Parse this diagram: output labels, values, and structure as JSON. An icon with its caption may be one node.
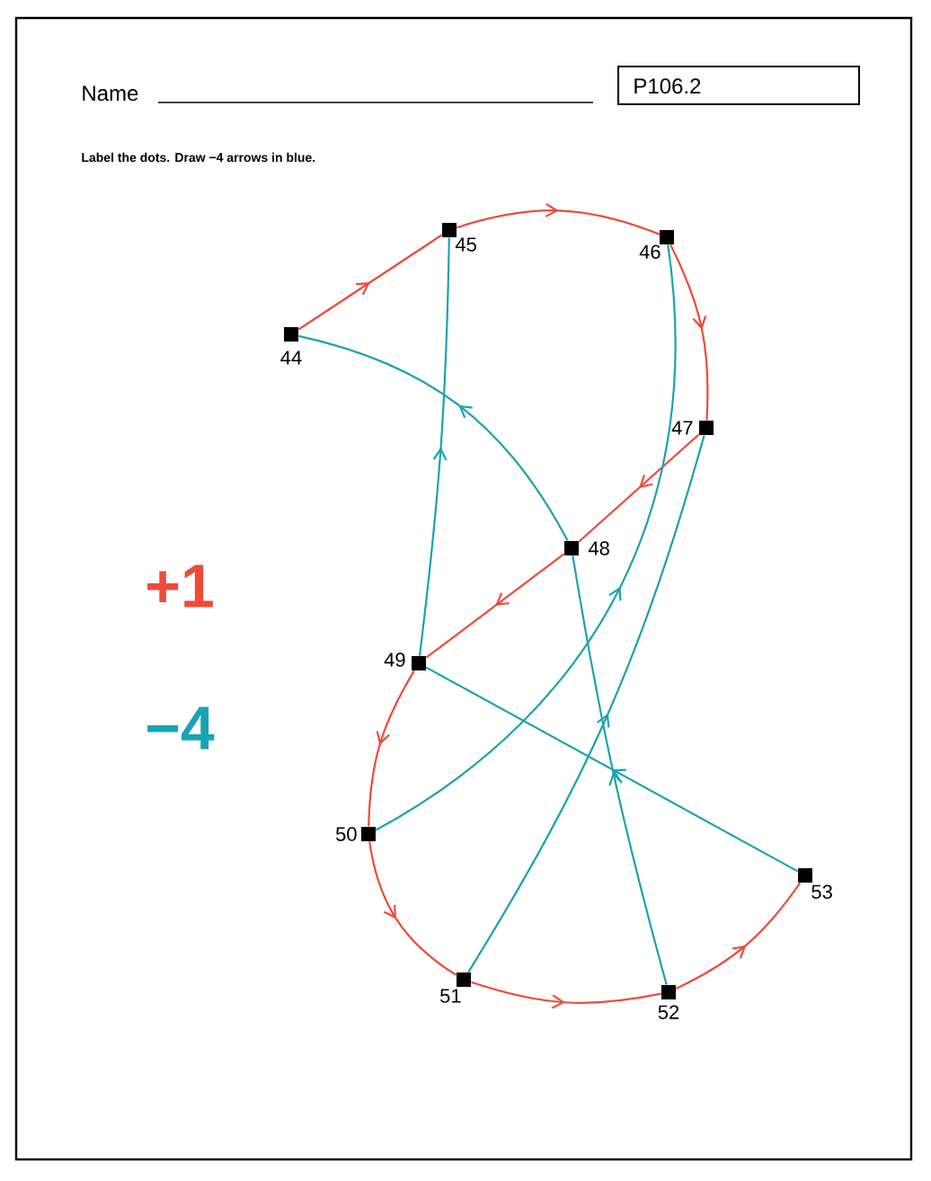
{
  "diagram": {
    "nodes": [
      {
        "text": [
          "44"
        ]
      },
      {
        "text": [
          "45"
        ]
      },
      {
        "text": [
          "46"
        ]
      },
      {
        "text": [
          "47"
        ]
      },
      {
        "text": [
          "48"
        ]
      },
      {
        "text": [
          "49"
        ]
      },
      {
        "text": [
          "50"
        ]
      },
      {
        "text": [
          "51"
        ]
      },
      {
        "text": [
          "52"
        ]
      },
      {
        "text": [
          "53"
        ]
      }
    ],
    "edges": [
      {
        "from": 0,
        "to": 1,
        "arrow": "to"
      },
      {
        "from": 1,
        "to": 2,
        "arrow": "to"
      },
      {
        "from": 2,
        "to": 3,
        "arrow": "to"
      },
      {
        "from": 3,
        "to": 4,
        "arrow": "to"
      },
      {
        "from": 4,
        "to": 5,
        "arrow": "to"
      },
      {
        "from": 5,
        "to": 6,
        "arrow": "to"
      },
      {
        "from": 6,
        "to": 7,
        "arrow": "to"
      },
      {
        "from": 7,
        "to": 8,
        "arrow": "to"
      },
      {
        "from": 8,
        "to": 9,
        "arrow": "to"
      },
      {
        "from": 4,
        "to": 0,
        "arrow": "to",
        "color": "#1aa3b0"
      },
      {
        "from": 5,
        "to": 1,
        "arrow": "to",
        "color": "#1aa3b0"
      },
      {
        "from": 6,
        "to": 2,
        "arrow": "to",
        "color": "#1aa3b0"
      },
      {
        "from": 7,
        "to": 3,
        "arrow": "to",
        "color": "#1aa3b0"
      },
      {
        "from": 8,
        "to": 4,
        "arrow": "to",
        "color": "#1aa3b0"
      },
      {
        "from": 9,
        "to": 5,
        "arrow": "to",
        "color": "#1aa3b0"
      }
    ],
    "labels": [
      "Name",
      "P106.2",
      "Label the dots. Draw −4 arrows in blue.",
      "+1",
      "−4"
    ]
  }
}
